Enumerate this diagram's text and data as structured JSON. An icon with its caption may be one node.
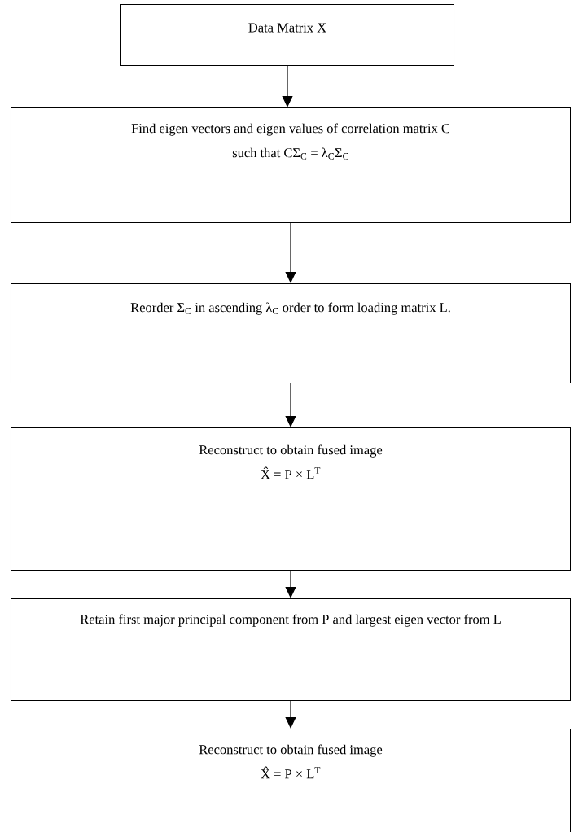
{
  "diagram": {
    "nodes": [
      {
        "text": [
          "Data Matrix X"
        ]
      },
      {
        "text": [
          "Find eigen vectors and eigen values of correlation matrix C",
          "such that CΣ$_{C}$ = λ$_{C}$Σ$_{C}$"
        ]
      },
      {
        "text": [
          "Reorder Σ$_{C}$ in ascending λ$_{C}$ order to form loading matrix L."
        ]
      },
      {
        "text": [
          "Reconstruct to obtain fused image",
          "X̂ = P × L$^{T}$"
        ]
      },
      {
        "text": [
          "Retain first major principal component from P and largest eigen vector from L"
        ]
      },
      {
        "text": [
          "Reconstruct to obtain fused image",
          "X̂ = P × L$^{T}$"
        ]
      }
    ],
    "edges": [
      {
        "from": 0,
        "to": 1,
        "arrow": "to"
      },
      {
        "from": 1,
        "to": 2,
        "arrow": "to"
      },
      {
        "from": 2,
        "to": 3,
        "arrow": "to"
      },
      {
        "from": 3,
        "to": 4,
        "arrow": "to"
      },
      {
        "from": 4,
        "to": 5,
        "arrow": "to"
      }
    ]
  }
}
